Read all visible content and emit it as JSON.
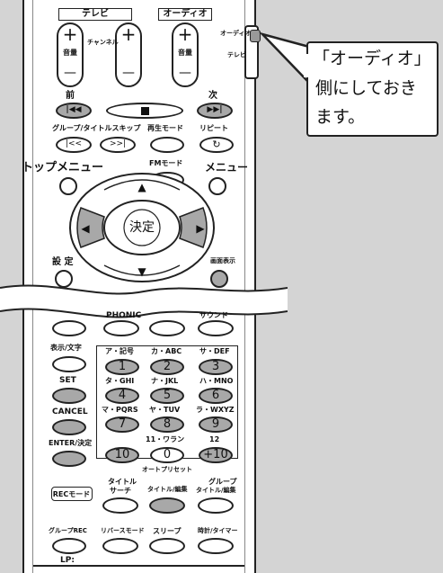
{
  "colors": {
    "background": "#d4d4d4",
    "remote_body": "#ffffff",
    "button_gray": "#a8a8a8",
    "outline": "#222222"
  },
  "top": {
    "tv_tab": "テレビ",
    "audio_tab": "オーディオ",
    "plus": "+",
    "minus": "—",
    "volume": "音量",
    "channel": "チャンネル"
  },
  "switch": {
    "audio": "オーディオ",
    "tv": "テレビ"
  },
  "callout": {
    "line1": "「オーディオ」",
    "line2": "側にしておき",
    "line3": "ます。"
  },
  "transport": {
    "prev": "前",
    "next": "次"
  },
  "row3": {
    "group_skip": "グループ/タイトルスキップ",
    "play_mode": "再生モード",
    "repeat": "リピート"
  },
  "row4": {
    "top_menu": "トップメニュー",
    "fm_mode": "FMモード",
    "menu": "メニュー"
  },
  "dpad": {
    "enter": "決定",
    "up": "▲",
    "down": "▼",
    "left": "◀",
    "right": "▶"
  },
  "row5": {
    "setup": "設 定",
    "display": "画面表示"
  },
  "row6": {
    "phonic": "PHONIC",
    "sound": "サウンド"
  },
  "side": {
    "display_text": "表示/文字",
    "set": "SET",
    "cancel": "CANCEL",
    "enter": "ENTER/決定"
  },
  "keypad": [
    {
      "label": "ア・記号",
      "num": "1"
    },
    {
      "label": "カ・ABC",
      "num": "2"
    },
    {
      "label": "サ・DEF",
      "num": "3"
    },
    {
      "label": "タ・GHI",
      "num": "4"
    },
    {
      "label": "ナ・JKL",
      "num": "5"
    },
    {
      "label": "ハ・MNO",
      "num": "6"
    },
    {
      "label": "マ・PQRS",
      "num": "7"
    },
    {
      "label": "ヤ・TUV",
      "num": "8"
    },
    {
      "label": "ラ・WXYZ",
      "num": "9"
    }
  ],
  "bottom_keys": {
    "ten": "10",
    "zero": "0",
    "zero_label": "11・ワラン",
    "plus10": "+10",
    "twelve": "12",
    "auto_preset": "オートプリセット"
  },
  "row8": {
    "rec_mode": "RECモード",
    "title_search1": "タイトル",
    "title_search2": "サーチ",
    "title_edit": "タイトル/編集",
    "group_title1": "グループ",
    "group_title2": "タイトル/編集"
  },
  "row9": {
    "group_rec": "グループREC",
    "reverse_mode": "リバースモード",
    "sleep": "スリープ",
    "clock_timer": "時計/タイマー"
  },
  "footer": {
    "lp": "LP:"
  }
}
